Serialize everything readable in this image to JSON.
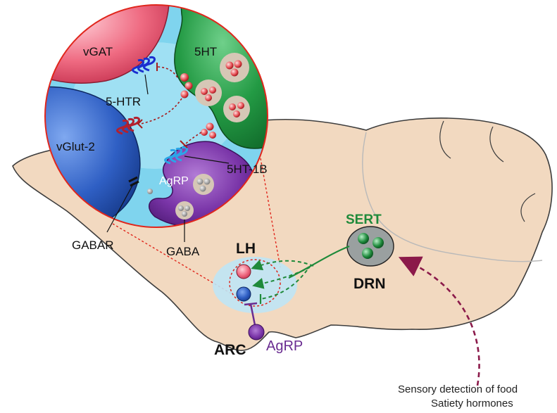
{
  "labels": {
    "vgat": "vGAT",
    "five_ht": "5HT",
    "five_htr": "5-HTR",
    "vglut2": "vGlut-2",
    "five_ht_1b": "5HT-1B",
    "agrp_inset": "AgRP",
    "gabar": "GABAR",
    "gaba": "GABA",
    "lh": "LH",
    "sert": "SERT",
    "drn": "DRN",
    "arc": "ARC",
    "agrp": "AgRP",
    "note_line1": "Sensory detection of food",
    "note_line2": "Satiety hormones"
  },
  "colors": {
    "brain_fill": "#f2d9c0",
    "inset_background": "#7fd4ee",
    "vgat_neuron": "#e8506b",
    "vglut_neuron": "#2453b3",
    "serotonin_neuron": "#1f8a3a",
    "agrp_neuron": "#6a2c91",
    "projection_line": "#1f8a3a",
    "arrow_magenta": "#8b1a4a",
    "zoom_outline": "#e0261c"
  }
}
